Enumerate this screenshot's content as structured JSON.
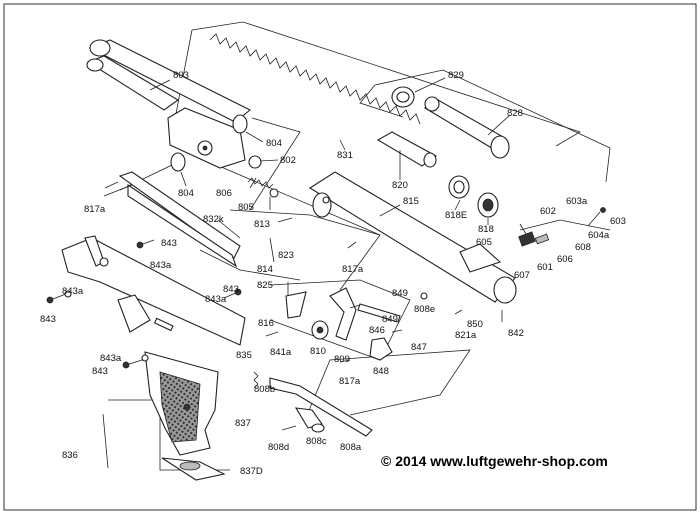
{
  "labels": {
    "l829": "829",
    "l828": "828",
    "l803": "803",
    "l804a": "804",
    "l802": "802",
    "l804b": "804",
    "l806": "806",
    "l831": "831",
    "l820": "820",
    "l805": "805",
    "l817a": "817a",
    "l832k": "832k",
    "l815": "815",
    "l818e": "818E",
    "l818": "818",
    "l813": "813",
    "l602": "602",
    "l603a": "603a",
    "l603": "603",
    "l604a": "604a",
    "l605": "605",
    "l608": "608",
    "l606": "606",
    "l601": "601",
    "l607": "607",
    "l843a": "843",
    "l843b": "843a",
    "l823": "823",
    "l814": "814",
    "l817b": "817a",
    "l825": "825",
    "l843c": "843",
    "l843d": "843a",
    "l849a": "849",
    "l808e": "808e",
    "l843e": "843a",
    "l843f": "843",
    "l816": "816",
    "l849b": "849",
    "l850": "850",
    "l842": "842",
    "l846": "846",
    "l821a": "821a",
    "l847": "847",
    "l810": "810",
    "l841a": "841a",
    "l835": "835",
    "l809": "809",
    "l843g": "843a",
    "l843h": "843",
    "l848": "848",
    "l817c": "817a",
    "l808b": "808b",
    "l837": "837",
    "l836": "836",
    "l808d": "808d",
    "l808c": "808c",
    "l808a": "808a",
    "l837d": "837D"
  },
  "copyright": "© 2014 www.luftgewehr-shop.com"
}
